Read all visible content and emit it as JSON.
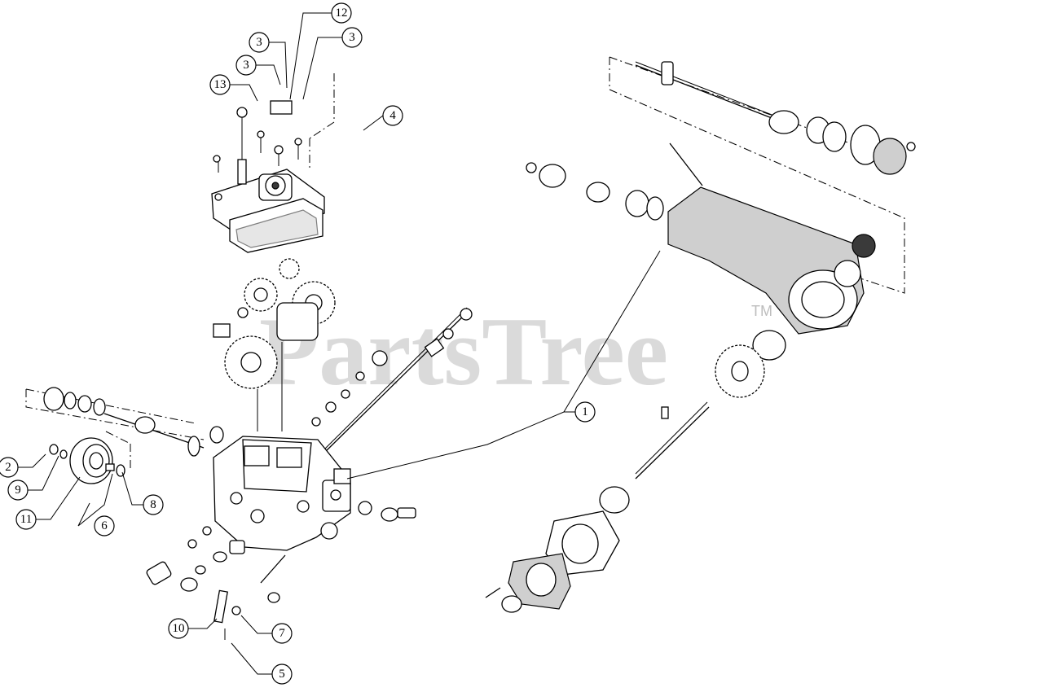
{
  "watermark": {
    "text": "PartsTree",
    "trademark": "TM"
  },
  "callouts": [
    {
      "label": "12"
    },
    {
      "label": "3"
    },
    {
      "label": "3"
    },
    {
      "label": "3"
    },
    {
      "label": "13"
    },
    {
      "label": "4"
    },
    {
      "label": "1"
    },
    {
      "label": "2"
    },
    {
      "label": "9"
    },
    {
      "label": "11"
    },
    {
      "label": "6"
    },
    {
      "label": "8"
    },
    {
      "label": "10"
    },
    {
      "label": "7"
    },
    {
      "label": "5"
    }
  ],
  "colors": {
    "line": "#000000",
    "watermark": "#bdbdbd",
    "background": "#ffffff"
  }
}
